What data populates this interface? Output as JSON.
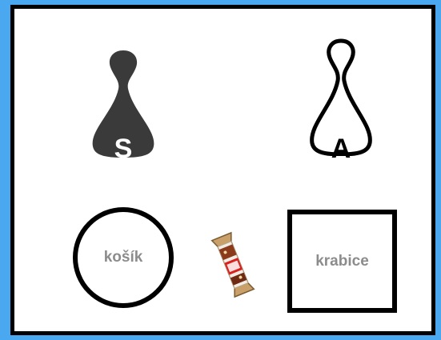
{
  "pieces": [
    {
      "letter": "S",
      "style": "filled",
      "color": "#3a3a3a"
    },
    {
      "letter": "A",
      "style": "outline",
      "color": "#000000"
    }
  ],
  "targets": [
    {
      "label": "košík",
      "shape": "circle"
    },
    {
      "label": "krabice",
      "shape": "square"
    }
  ],
  "item": {
    "name": "candy-bar"
  },
  "colors": {
    "background": "#4aa8f0",
    "board": "#ffffff",
    "label": "#8c8c8c"
  }
}
